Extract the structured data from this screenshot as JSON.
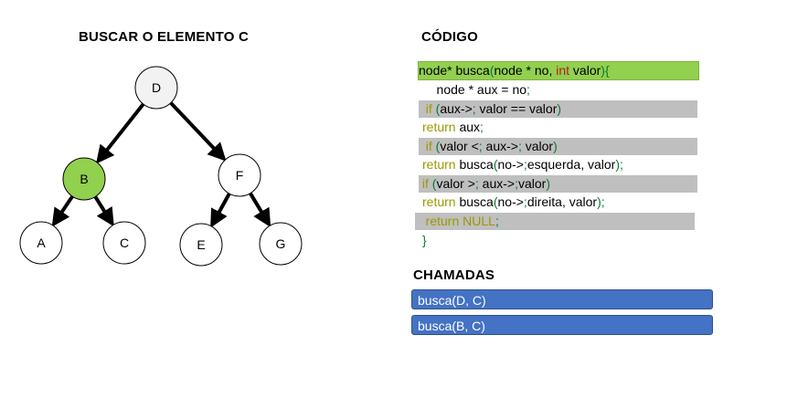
{
  "tree": {
    "title": "BUSCAR O ELEMENTO C",
    "nodes": [
      {
        "id": "D",
        "label": "D",
        "highlighted": false
      },
      {
        "id": "B",
        "label": "B",
        "highlighted": true
      },
      {
        "id": "F",
        "label": "F",
        "highlighted": false
      },
      {
        "id": "A",
        "label": "A",
        "highlighted": false
      },
      {
        "id": "C",
        "label": "C",
        "highlighted": false
      },
      {
        "id": "E",
        "label": "E",
        "highlighted": false
      },
      {
        "id": "G",
        "label": "G",
        "highlighted": false
      }
    ],
    "edges": [
      [
        "D",
        "B"
      ],
      [
        "D",
        "F"
      ],
      [
        "B",
        "A"
      ],
      [
        "B",
        "C"
      ],
      [
        "F",
        "E"
      ],
      [
        "F",
        "G"
      ]
    ],
    "colors": {
      "highlight": "#92d050",
      "node": "#ffffff",
      "root": "#f2f2f2",
      "edge": "#000000"
    }
  },
  "code": {
    "title": "CÓDIGO",
    "lines": [
      "node* busca(node * no, int valor){",
      "    node * aux = no;",
      "  if (aux-> valor == valor)",
      "return aux;",
      "  if (valor < aux-> valor)",
      "return busca(no->esquerda, valor);",
      " if (valor > aux->valor)",
      "return busca(no->direita, valor);",
      "   return NULL;",
      "}"
    ],
    "highlight_colors": {
      "active": "#92d050",
      "condition": "#bfbfbf"
    }
  },
  "calls": {
    "title": "CHAMADAS",
    "items": [
      "busca(D, C)",
      "busca(B, C)"
    ],
    "color": "#4472c4"
  }
}
